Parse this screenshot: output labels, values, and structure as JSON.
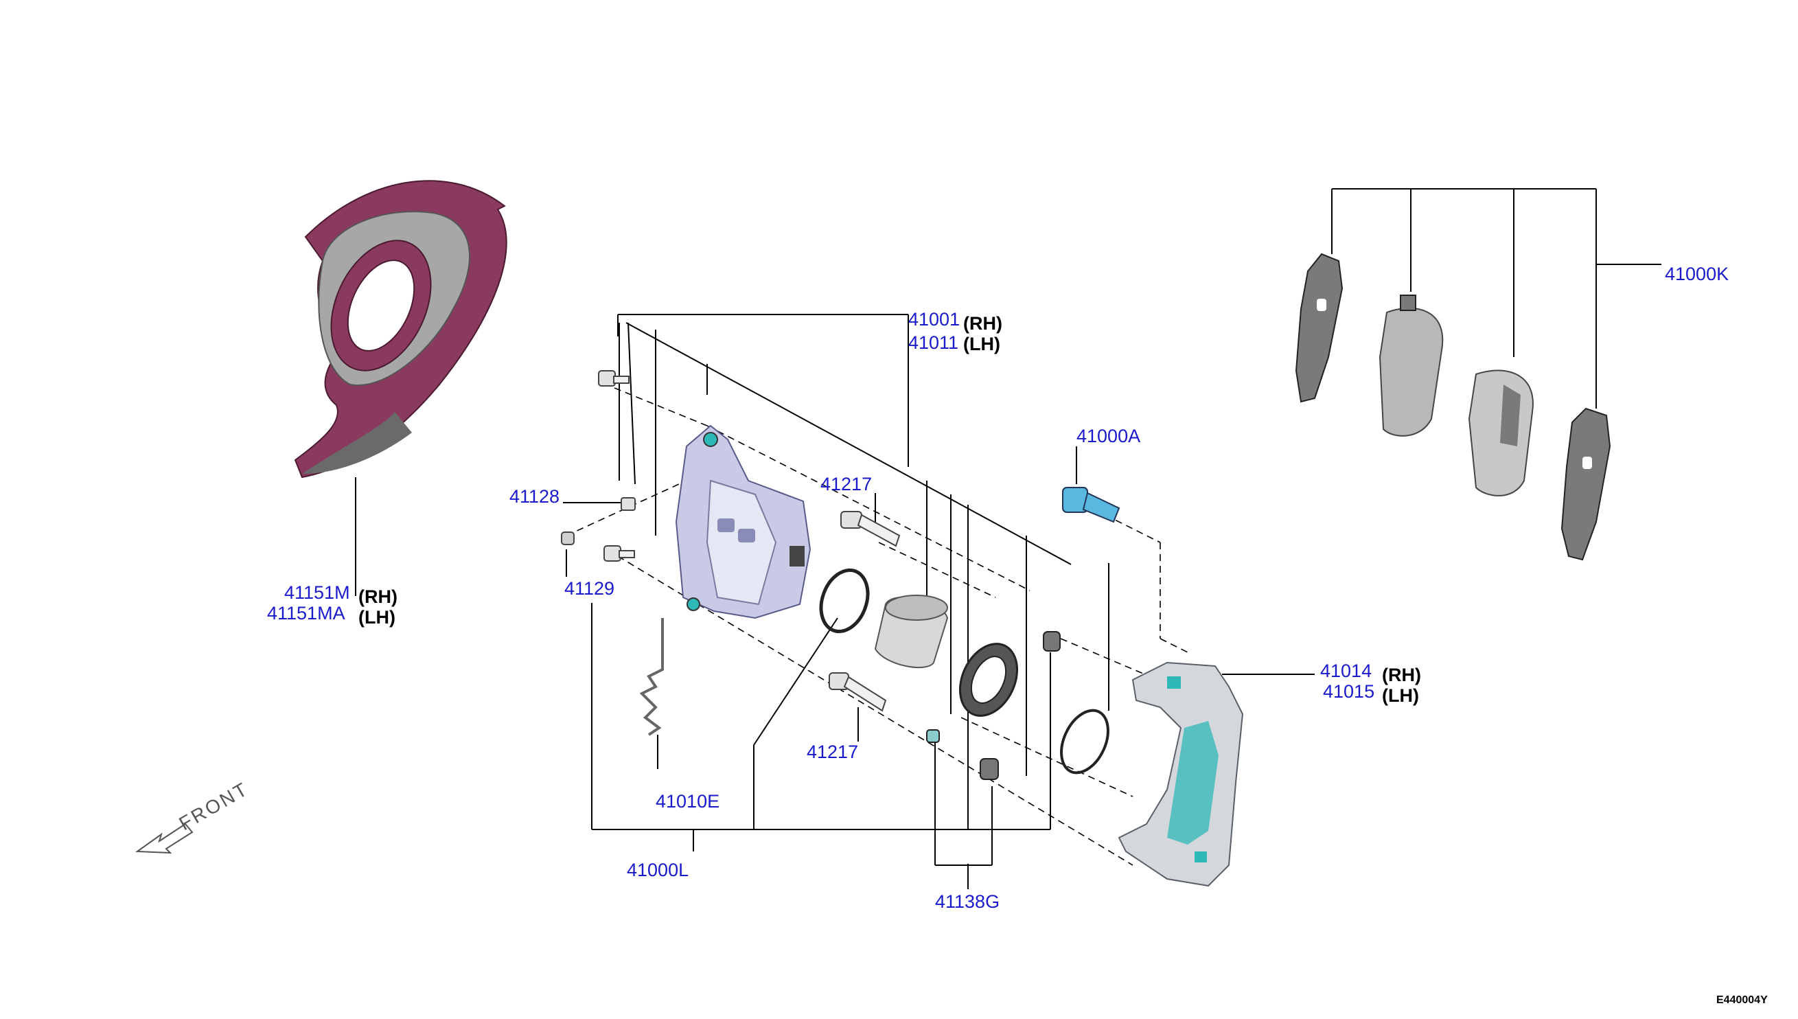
{
  "diagram_code": "E440004Y",
  "front_label": "FRONT",
  "colors": {
    "label_blue": "#1a1acc",
    "splash_shield": "#8a3a5e",
    "caliper_body": "#c9cbe6",
    "caliper_bracket": "#d4d8dc",
    "accent_teal": "#2fb8b8",
    "pads": "#b8b8b8",
    "bolt_blue": "#58b8e0"
  },
  "parts": {
    "p41151M": {
      "code": "41151M",
      "side": "(RH)"
    },
    "p41151MA": {
      "code": "41151MA",
      "side": "(LH)"
    },
    "p41001": {
      "code": "41001",
      "side": "(RH)"
    },
    "p41011": {
      "code": "41011",
      "side": "(LH)"
    },
    "p41000A": {
      "code": "41000A"
    },
    "p41000K": {
      "code": "41000K"
    },
    "p41128": {
      "code": "41128"
    },
    "p41129": {
      "code": "41129"
    },
    "p41217a": {
      "code": "41217"
    },
    "p41217b": {
      "code": "41217"
    },
    "p41014": {
      "code": "41014",
      "side": "(RH)"
    },
    "p41015": {
      "code": "41015",
      "side": "(LH)"
    },
    "p41010E": {
      "code": "41010E"
    },
    "p41000L": {
      "code": "41000L"
    },
    "p41138G": {
      "code": "41138G"
    }
  }
}
